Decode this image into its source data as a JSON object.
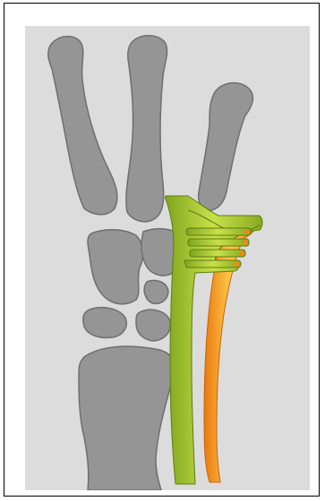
{
  "figure": {
    "colors": {
      "panel_background": "#dcdcdc",
      "bone_fill": "#959595",
      "bone_outline": "#6f6f6f",
      "implant_green": "#8fb52a",
      "implant_green_light": "#c9e04a",
      "implant_orange": "#f08a14",
      "implant_orange_light": "#ffc84a",
      "frame_border": "#000000"
    },
    "parts": [
      "index-metacarpal",
      "middle-metacarpal",
      "ring-metacarpal",
      "capitate",
      "hamate",
      "lunate",
      "triquetrum",
      "pisiform",
      "distal-ulna",
      "radial-plate-green",
      "radial-plate-orange"
    ]
  }
}
